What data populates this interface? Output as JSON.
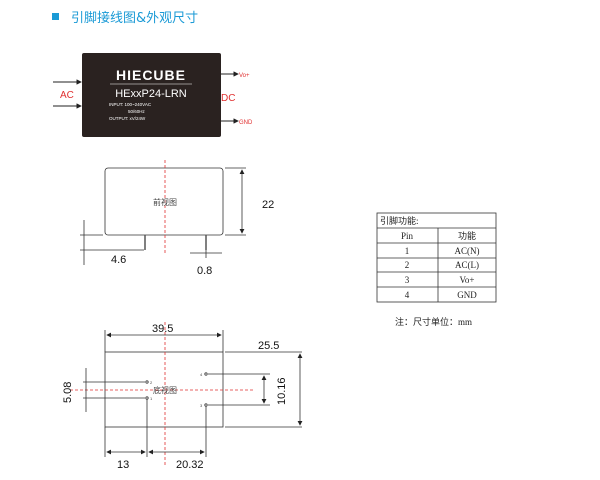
{
  "title": "引脚接线图&外观尺寸",
  "colors": {
    "accent": "#1a9ad6",
    "module": "#2a2220",
    "label_red": "#e03030"
  },
  "module": {
    "brand": "HIECUBE",
    "model": "HExxP24-LRN",
    "input_line": "INPUT: 100~240VAC",
    "freq_line": "50/60Hz",
    "output_line": "OUTPUT: xV/24W",
    "ac_label": "AC",
    "dc_label": "DC",
    "vo_label": "Vo+",
    "gnd_label": "GND"
  },
  "front_view": {
    "label": "前视图",
    "height": "22",
    "pin_length": "4.6",
    "pin_width": "0.8"
  },
  "bottom_view": {
    "label": "底视图",
    "length": "39.5",
    "width": "25.5",
    "pin_spacing_left": "5.08",
    "pin_spacing_right": "10.16",
    "offset_left": "13",
    "pin_span": "20.32",
    "pins": [
      "2",
      "1",
      "4",
      "3"
    ]
  },
  "pin_table": {
    "title": "引脚功能:",
    "headers": [
      "Pin",
      "功能"
    ],
    "rows": [
      [
        "1",
        "AC(N)"
      ],
      [
        "2",
        "AC(L)"
      ],
      [
        "3",
        "Vo+"
      ],
      [
        "4",
        "GND"
      ]
    ]
  },
  "note": "注：尺寸单位：mm"
}
